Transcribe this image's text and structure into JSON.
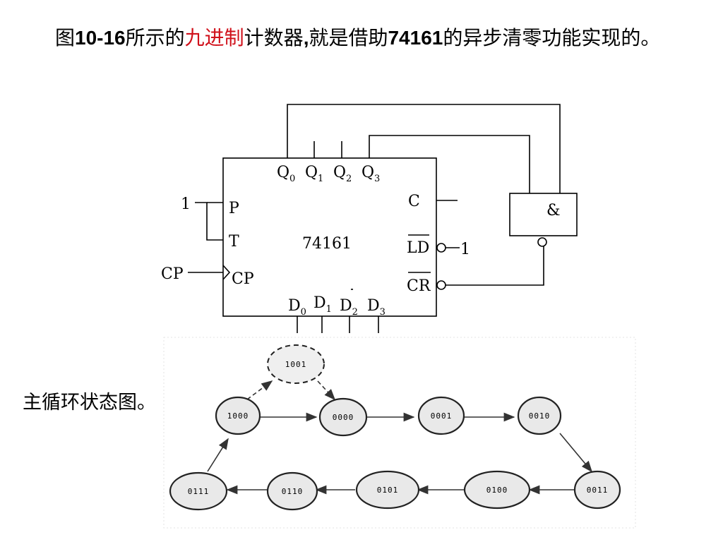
{
  "intro": {
    "seg1": "图",
    "seg2": "10-16",
    "seg3": "所示的",
    "highlight": "九进制",
    "seg4": "计数器",
    "seg5": ",",
    "seg6": "就是借助",
    "seg7": "74161",
    "seg8": "的异步清零功能实现的。"
  },
  "state_diagram_label": "主循环状态图。",
  "circuit": {
    "chip_label": "74161",
    "and_gate_label": "&",
    "input_one_label": "1",
    "clock_input_label": "CP",
    "ld_tie_label": "1",
    "pins": {
      "p": "P",
      "t": "T",
      "cp": "CP",
      "c": "C",
      "ld": "LD",
      "cr": "CR",
      "q0_main": "Q",
      "q0_sub": "0",
      "q1_main": "Q",
      "q1_sub": "1",
      "q2_main": "Q",
      "q2_sub": "2",
      "q3_main": "Q",
      "q3_sub": "3",
      "d0_main": "D",
      "d0_sub": "0",
      "d1_main": "D",
      "d1_sub": "1",
      "d2_main": "D",
      "d2_sub": "2",
      "d3_main": "D",
      "d3_sub": "3"
    }
  },
  "states": {
    "s1001": "1001",
    "s1000": "1000",
    "s0000": "0000",
    "s0001": "0001",
    "s0010": "0010",
    "s0011": "0011",
    "s0100": "0100",
    "s0101": "0101",
    "s0110": "0110",
    "s0111": "0111"
  },
  "colors": {
    "highlight": "#d0101a",
    "line": "#000000",
    "state_fill": "#e9e9e9"
  }
}
